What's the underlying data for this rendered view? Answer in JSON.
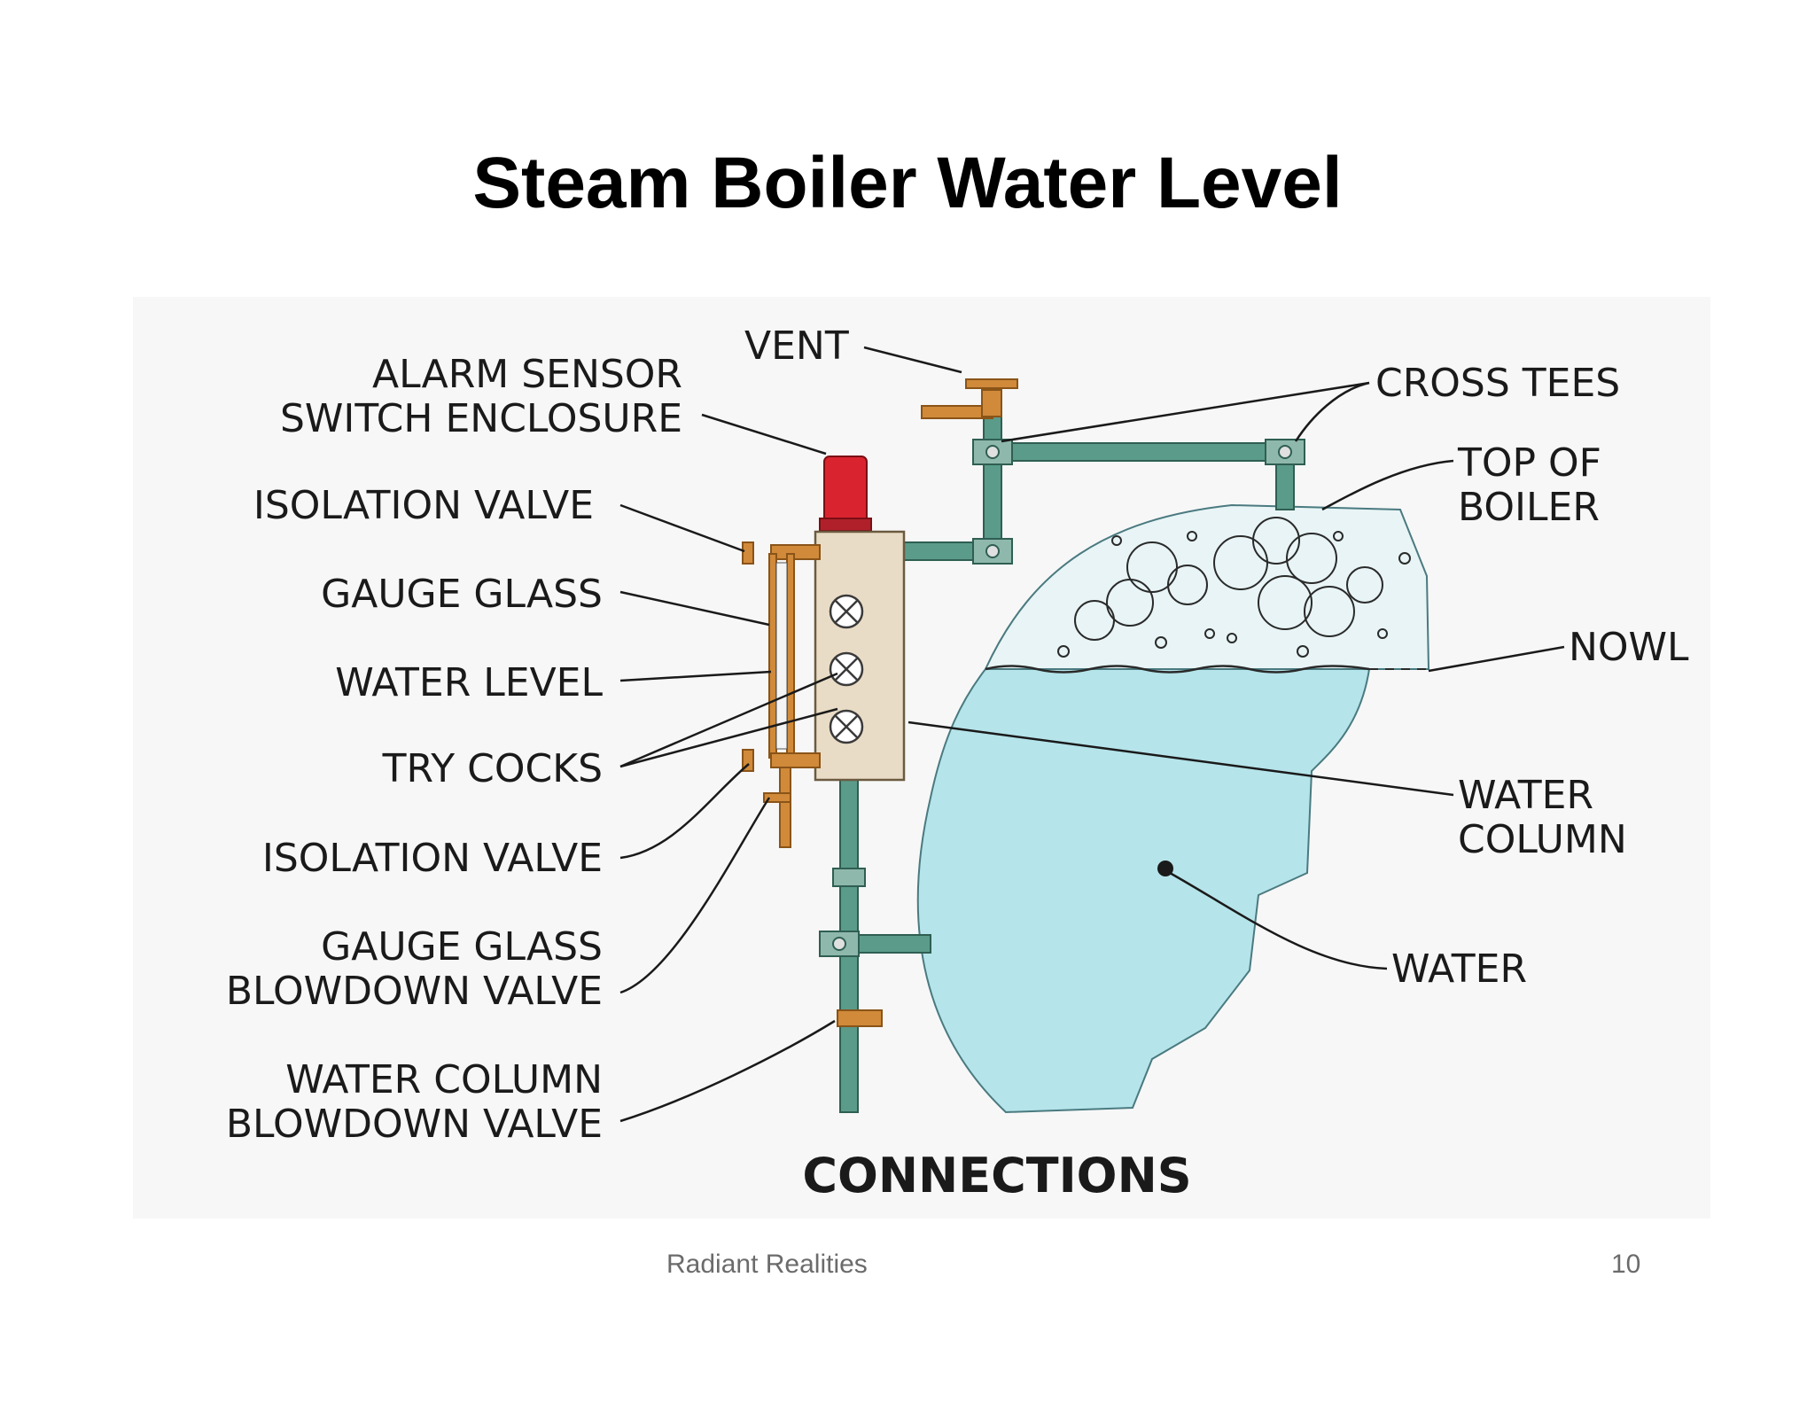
{
  "title": "Steam Boiler Water Level",
  "diagram": {
    "caption": "CONNECTIONS",
    "caption_color": "#e03a3a",
    "water_color": "#b5e4ea",
    "pipe_color": "#5b9b8a",
    "alarm_color": "#d9242f",
    "labels": {
      "vent": "VENT",
      "alarm_sensor_1": "ALARM SENSOR",
      "alarm_sensor_2": "SWITCH ENCLOSURE",
      "isolation_valve_top": "ISOLATION VALVE",
      "gauge_glass": "GAUGE GLASS",
      "water_level": "WATER LEVEL",
      "try_cocks": "TRY COCKS",
      "isolation_valve_bottom": "ISOLATION VALVE",
      "gauge_glass_blowdown_1": "GAUGE GLASS",
      "gauge_glass_blowdown_2": "BLOWDOWN VALVE",
      "water_column_blowdown_1": "WATER COLUMN",
      "water_column_blowdown_2": "BLOWDOWN VALVE",
      "cross_tees": "CROSS TEES",
      "top_of_boiler_1": "TOP OF",
      "top_of_boiler_2": "BOILER",
      "nowl": "NOWL",
      "water_column_1": "WATER",
      "water_column_2": "COLUMN",
      "water": "WATER"
    }
  },
  "footer": {
    "source": "Radiant Realities",
    "page": "10"
  }
}
